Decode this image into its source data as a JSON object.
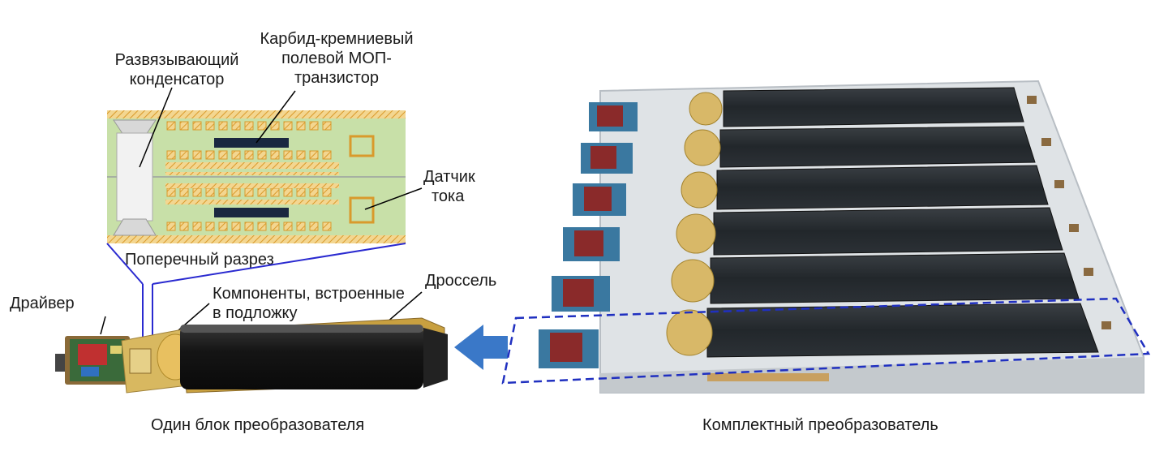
{
  "labels": {
    "decoupling_capacitor": [
      "Развязывающий",
      "конденсатор"
    ],
    "sic_mosfet": [
      "Карбид-кремниевый",
      "полевой МОП-",
      "транзистор"
    ],
    "current_sensor": [
      "Датчик",
      "тока"
    ],
    "cross_section": "Поперечный разрез",
    "embedded_components": [
      "Компоненты, встроенные",
      "в подложку"
    ],
    "inductor": "Дроссель",
    "driver": "Драйвер",
    "single_unit": "Один блок преобразователя",
    "complete_converter": "Комплектный преобразователь"
  },
  "colors": {
    "pcb_green": "#c8e0a8",
    "copper": "#e8b048",
    "mosfet": "#1a2840",
    "callout_blue": "#2a2ad0",
    "arrow_blue": "#3a78c8",
    "dashed_blue": "#2030c0"
  }
}
